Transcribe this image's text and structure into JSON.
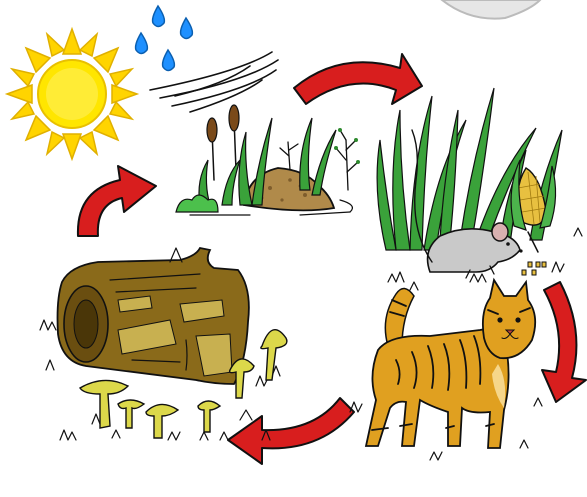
{
  "diagram": {
    "type": "cycle",
    "stages": [
      {
        "name": "plants-and-rocks",
        "order": 1
      },
      {
        "name": "mouse-with-corn",
        "order": 2
      },
      {
        "name": "cat",
        "order": 3
      },
      {
        "name": "rotting-log-with-mushrooms",
        "order": 4
      }
    ],
    "arrows": [
      {
        "from": "plants-and-rocks",
        "to": "mouse-with-corn"
      },
      {
        "from": "mouse-with-corn",
        "to": "cat"
      },
      {
        "from": "cat",
        "to": "rotting-log-with-mushrooms"
      },
      {
        "from": "rotting-log-with-mushrooms",
        "to": "plants-and-rocks"
      }
    ],
    "inputs": [
      "sun-icon",
      "raindrops-icon",
      "wind-icon"
    ]
  },
  "colors": {
    "arrow": "#d81e1e",
    "arrow_outline": "#111111",
    "sun": "#ffe000",
    "sun_rays": "#ffd400",
    "raindrop": "#1e90ff",
    "grass": "#3aa23a",
    "grass_dark": "#1f7a2a",
    "mouse": "#c9c9c9",
    "cat": "#e0a020",
    "cat_stripes": "#9a5a00",
    "log": "#8a6a1a",
    "mushroom": "#dcd84a",
    "corn": "#e8c040"
  }
}
